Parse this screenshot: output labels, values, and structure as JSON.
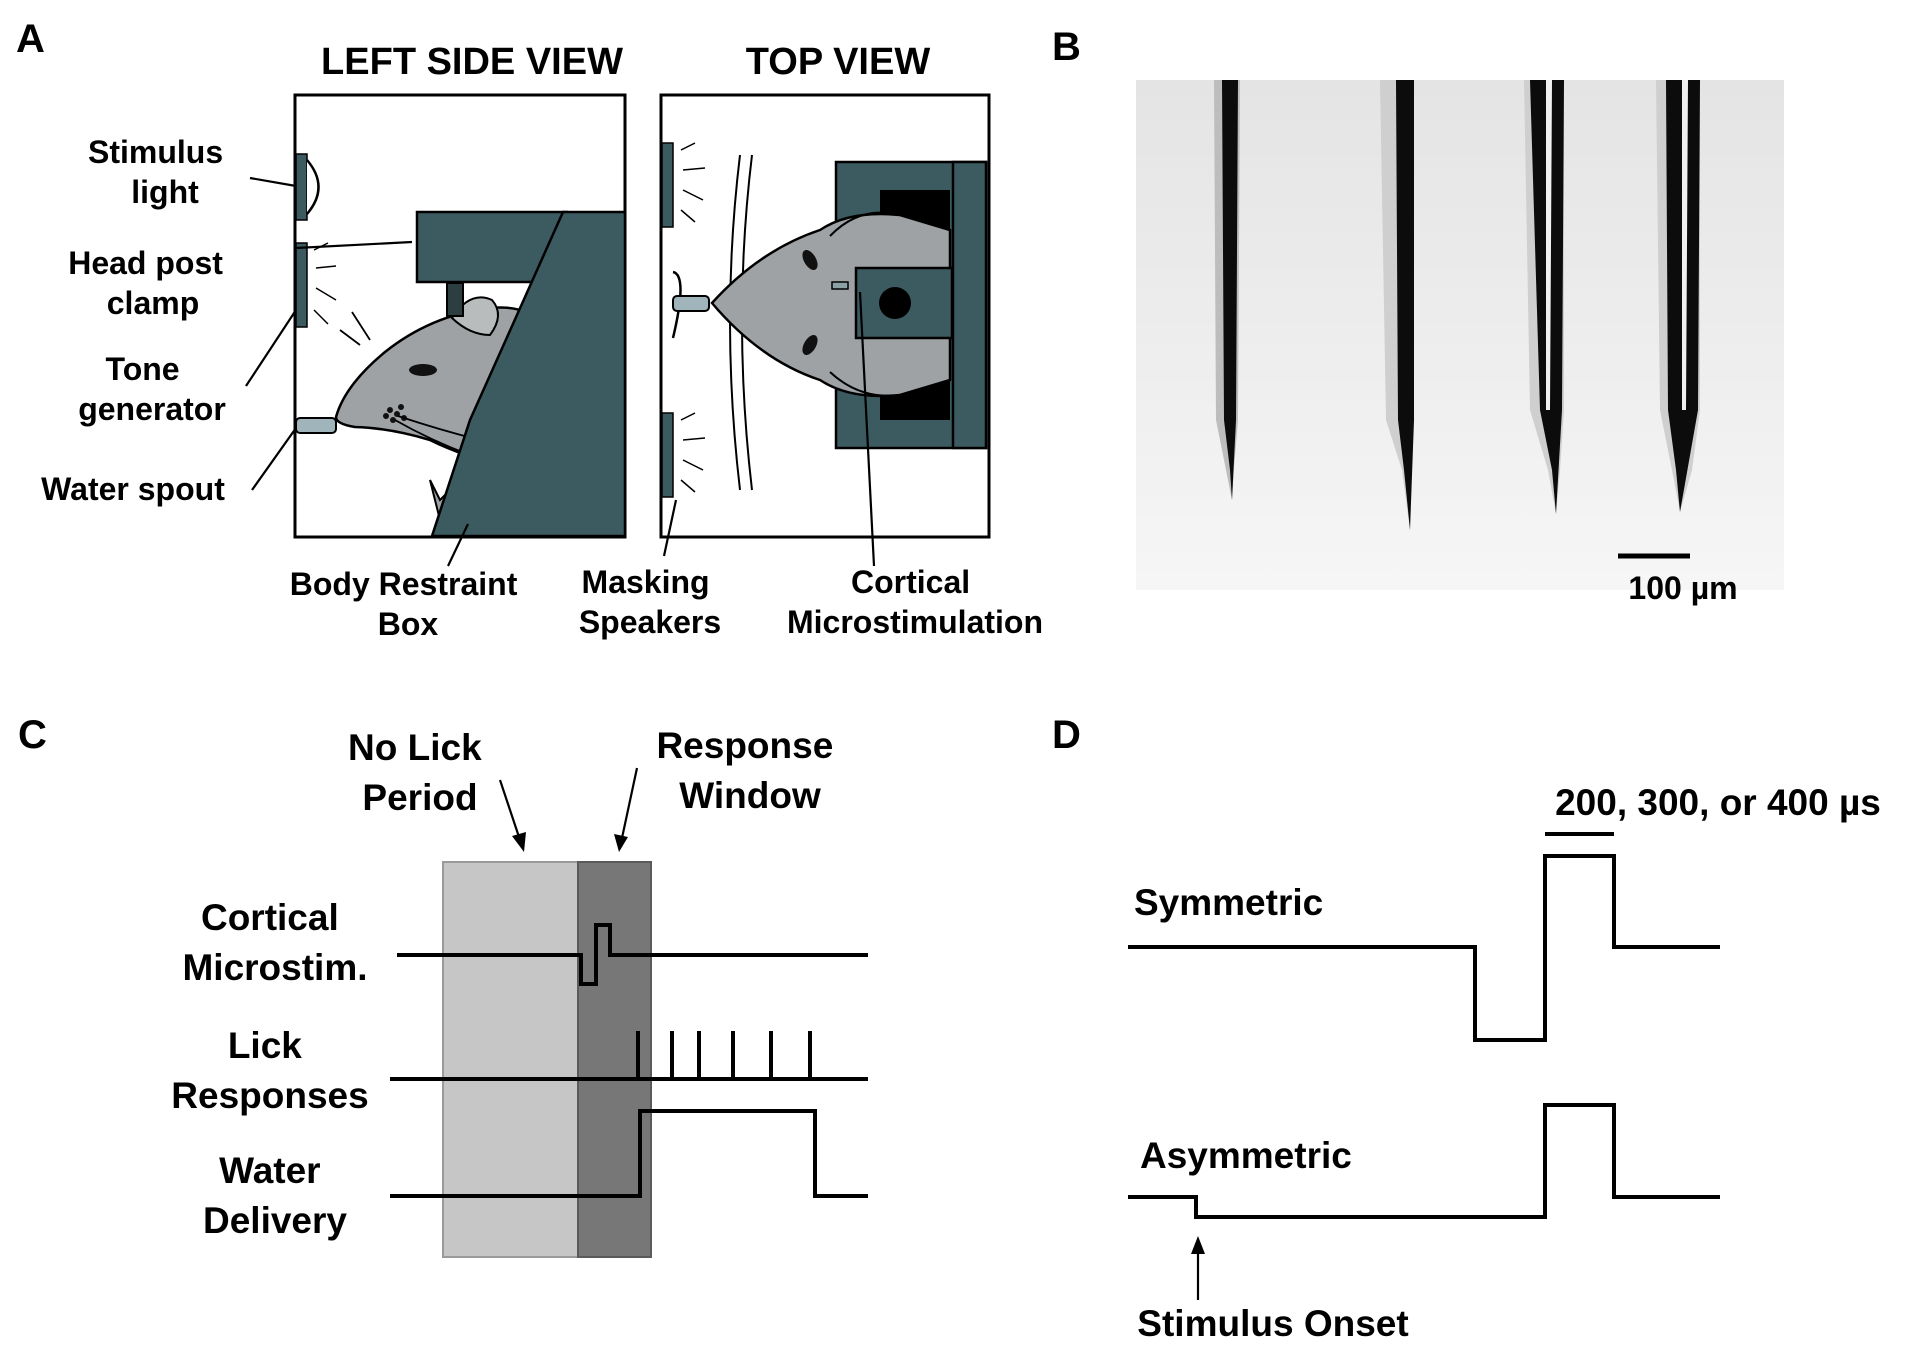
{
  "panels": {
    "a": {
      "letter": "A",
      "left_view_title": "LEFT SIDE VIEW",
      "top_view_title": "TOP VIEW",
      "labels": {
        "stimulus_light": [
          "Stimulus",
          "light"
        ],
        "head_post_clamp": [
          "Head post",
          "clamp"
        ],
        "tone_generator": [
          "Tone",
          "generator"
        ],
        "water_spout": "Water spout",
        "body_restraint_box": [
          "Body Restraint",
          "Box"
        ],
        "masking_speakers": [
          "Masking",
          "Speakers"
        ],
        "cortical_microstimulation": [
          "Cortical",
          "Microstimulation"
        ]
      },
      "colors": {
        "apparatus": "#3c5b60",
        "rat": "#9ea2a4",
        "rat_dark": "#6f7476"
      }
    },
    "b": {
      "letter": "B",
      "scale_bar": "100 µm",
      "electrode_count": 4
    },
    "c": {
      "letter": "C",
      "no_lick": [
        "No Lick",
        "Period"
      ],
      "response_window": [
        "Response",
        "Window"
      ],
      "rows": [
        [
          "Cortical",
          "Microstim."
        ],
        [
          "Lick",
          "Responses"
        ],
        [
          "Water",
          "Delivery"
        ]
      ],
      "colors": {
        "no_lick_shade": "#c6c6c6",
        "response_shade": "#777777"
      }
    },
    "d": {
      "letter": "D",
      "pulse_width": "200, 300, or 400 µs",
      "symmetric": "Symmetric",
      "asymmetric": "Asymmetric",
      "stimulus_onset": "Stimulus Onset"
    }
  }
}
